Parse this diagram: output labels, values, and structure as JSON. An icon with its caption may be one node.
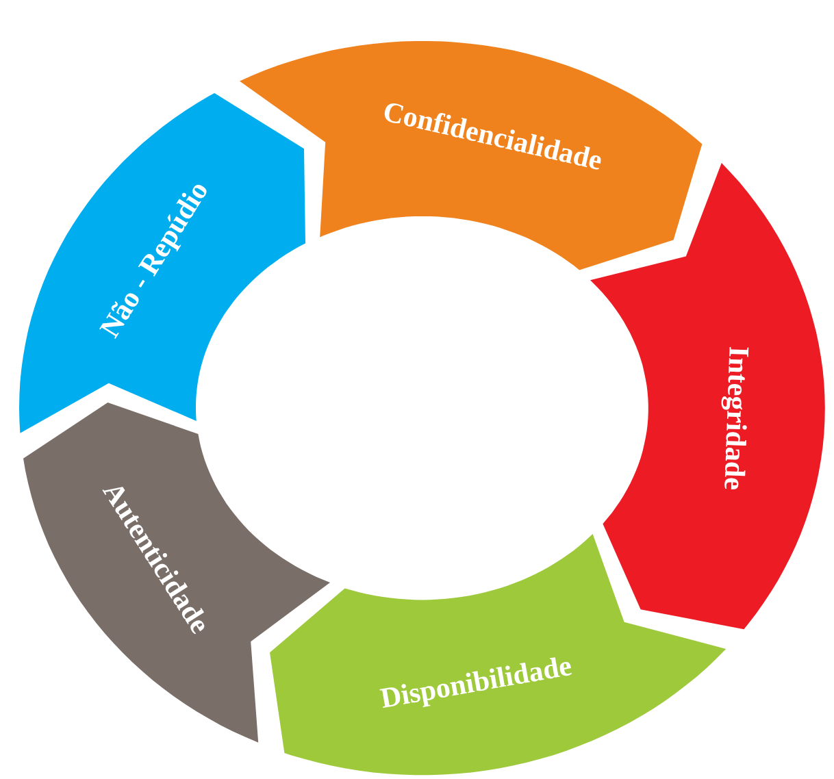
{
  "diagram": {
    "nodes": [
      {
        "text": [
          "Confidencialidade"
        ]
      },
      {
        "text": [
          "Integridade"
        ]
      },
      {
        "text": [
          "Disponibilidade"
        ]
      },
      {
        "text": [
          "Autenticidade"
        ]
      },
      {
        "text": [
          "Não - Repúdio"
        ]
      }
    ]
  }
}
